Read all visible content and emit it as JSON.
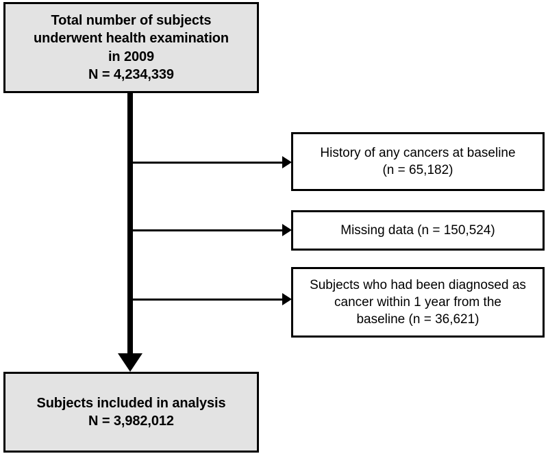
{
  "diagram": {
    "type": "participant-flow-diagram",
    "colors": {
      "shaded_box_fill": "#e3e3e3",
      "plain_box_fill": "#ffffff",
      "border": "#000000",
      "connector": "#000000",
      "text": "#000000"
    },
    "source_box": {
      "text": "Total number of subjects\nunderwent health examination\nin 2009\nN = 4,234,339",
      "label_line1": "Total number of subjects",
      "label_line2": "underwent health examination",
      "label_line3": "in 2009",
      "count_label": "N = 4,234,339",
      "count_value": 4234339
    },
    "exclusions": [
      {
        "text": "History of any cancers at baseline\n(n = 65,182)",
        "reason": "History of any cancers at baseline",
        "count_label": "(n = 65,182)",
        "count_value": 65182
      },
      {
        "text": "Missing data (n = 150,524)",
        "reason": "Missing data",
        "count_label": "(n = 150,524)",
        "count_value": 150524
      },
      {
        "text": "Subjects who had been diagnosed as\ncancer within 1 year from the\nbaseline (n = 36,621)",
        "reason": "Subjects who had been diagnosed as cancer within 1 year from the baseline",
        "count_label": "(n = 36,621)",
        "count_value": 36621
      }
    ],
    "result_box": {
      "text": "Subjects included in analysis\nN = 3,982,012",
      "label": "Subjects included in analysis",
      "count_label": "N = 3,982,012",
      "count_value": 3982012
    },
    "connectors": {
      "trunk_name": "main-vertical-connector",
      "branch_names": [
        "exclusion-arrow-1",
        "exclusion-arrow-2",
        "exclusion-arrow-3"
      ],
      "terminal_arrow_name": "result-arrow"
    }
  }
}
